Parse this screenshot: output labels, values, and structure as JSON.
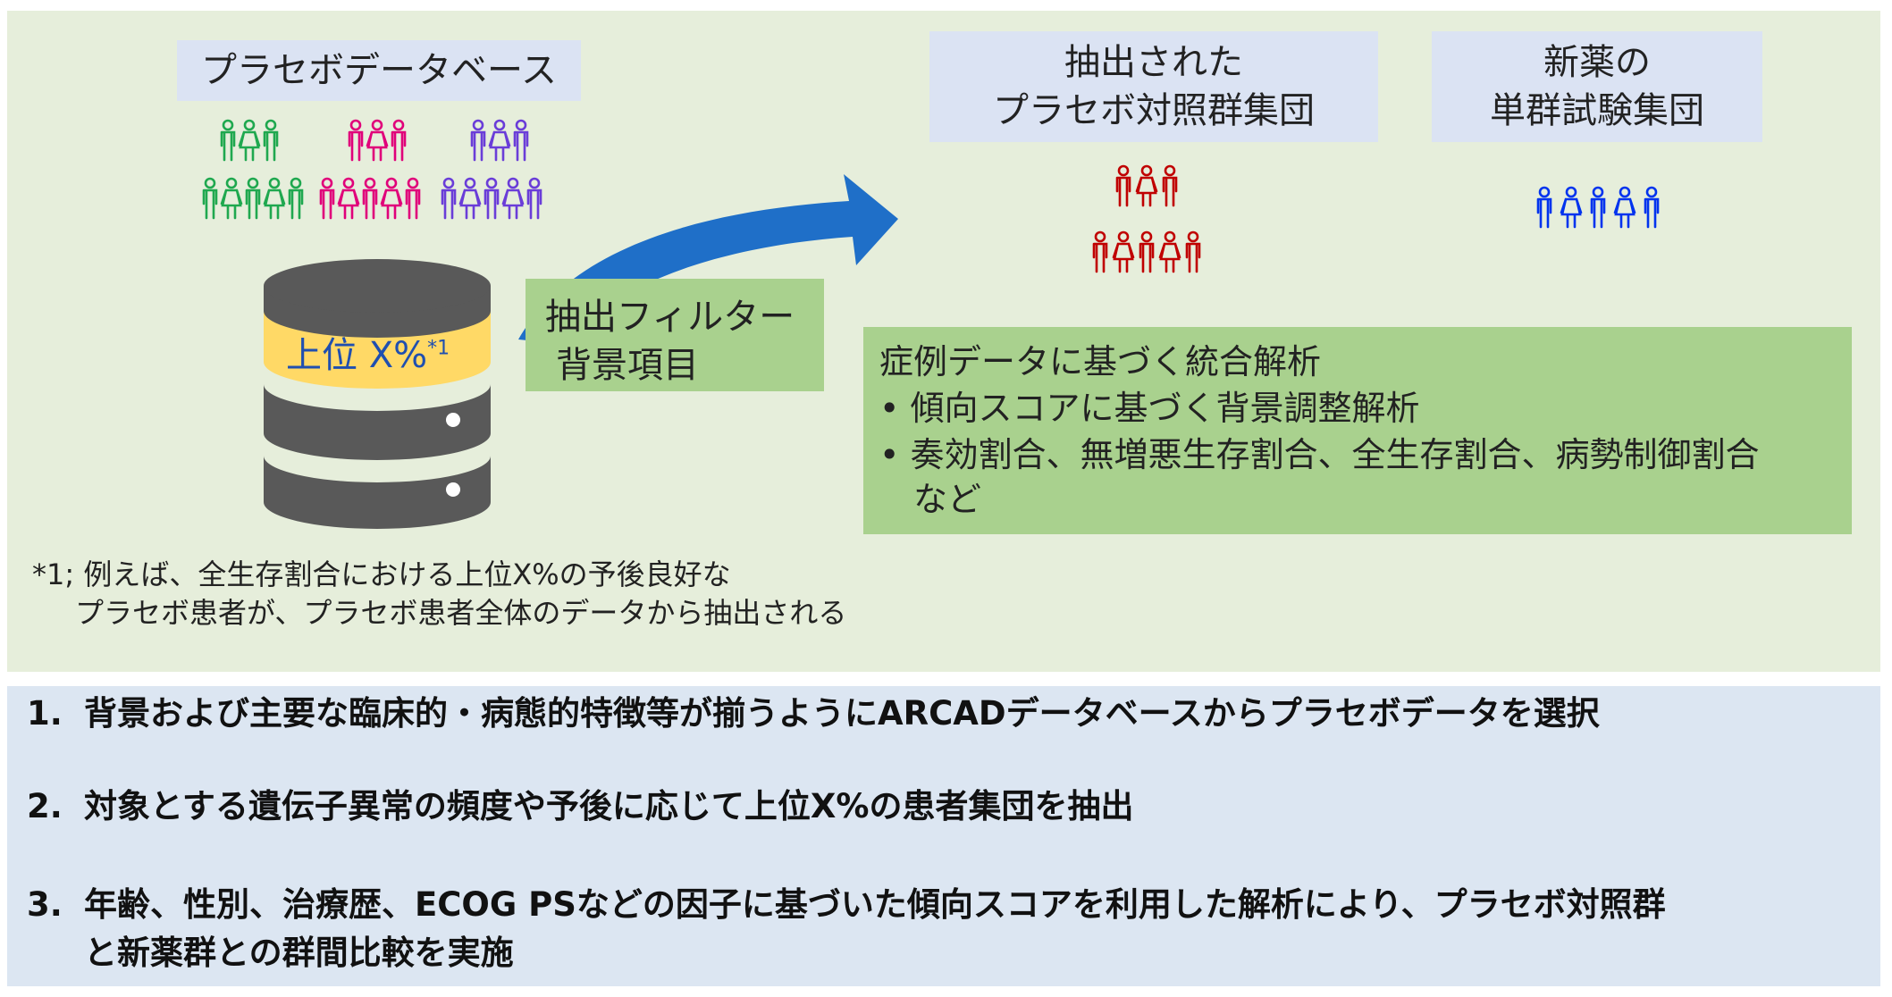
{
  "placebo_db": {
    "title": "プラセボデータベース"
  },
  "extracted_group": {
    "line1": "抽出された",
    "line2": "プラセボ対照群集団"
  },
  "new_drug_group": {
    "line1": "新薬の",
    "line2": "単群試験集団"
  },
  "database": {
    "label_main": "上位 X%",
    "label_sup": "*1"
  },
  "filter": {
    "line1": "抽出フィルター",
    "line2": "背景項目"
  },
  "analysis": {
    "title": "症例データに基づく統合解析",
    "bullets": [
      "傾向スコアに基づく背景調整解析",
      "奏効割合、無増悪生存割合、全生存割合、病勢制御割合"
    ],
    "bullet2_cont": "など"
  },
  "footnote": {
    "line1": "*1; 例えば、全生存割合における上位X%の予後良好な",
    "line2": "プラセボ患者が、プラセボ患者全体のデータから抽出される"
  },
  "steps": [
    {
      "num": "1.",
      "text": "背景および主要な臨床的・病態的特徴等が揃うようにARCADデータベースからプラセボデータを選択"
    },
    {
      "num": "2.",
      "text": "対象とする遺伝子異常の頻度や予後に応じて上位X%の患者集団を抽出"
    },
    {
      "num": "3.",
      "text": "年齢、性別、治療歴、ECOG PSなどの因子に基づいた傾向スコアを利用した解析により、プラセボ対照群",
      "cont": "と新薬群との群間比較を実施"
    }
  ],
  "colors": {
    "group_green": "#1fa84f",
    "group_pink": "#e0007a",
    "group_purple": "#6a3dd8",
    "extracted_red": "#c00000",
    "new_drug_blue": "#0033ee",
    "arrow_blue": "#1f6fc8",
    "db_band_yellow": "#ffd966",
    "db_body_gray": "#595959"
  },
  "icons": {
    "person": "person-icon",
    "database": "database-icon",
    "arrow": "curved-arrow-icon"
  }
}
